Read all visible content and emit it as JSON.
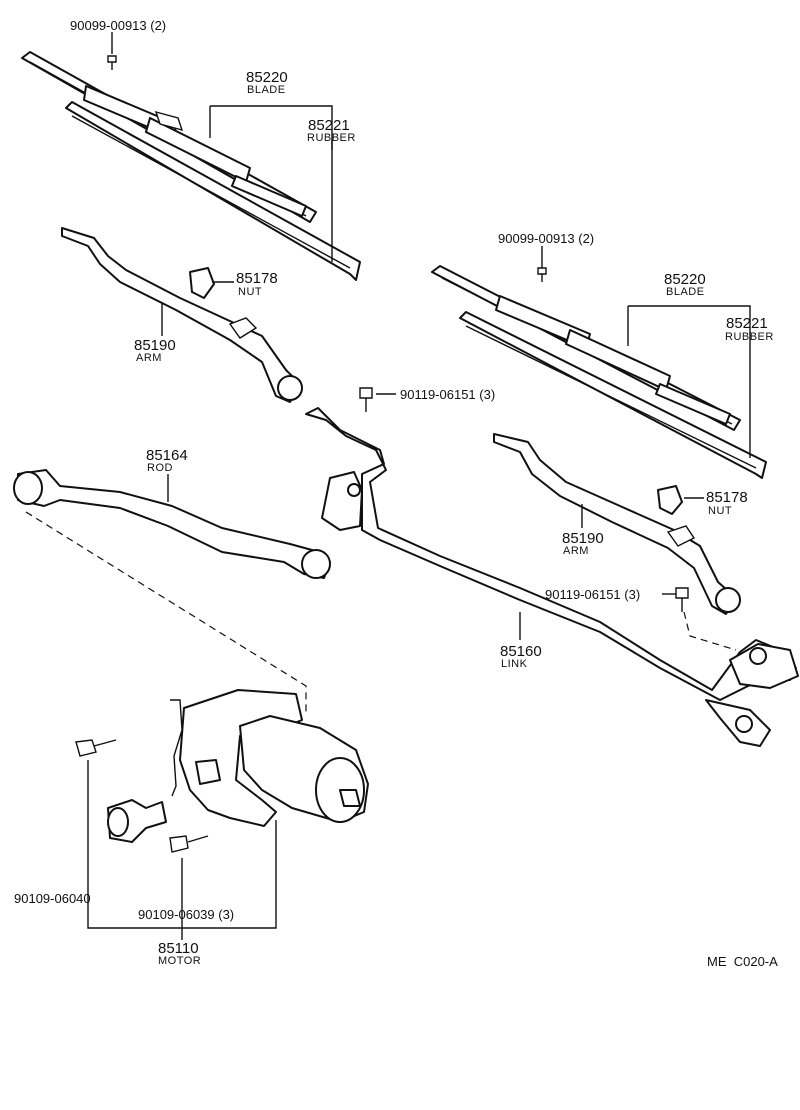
{
  "callouts": {
    "screw_top_left": "90099-00913 (2)",
    "blade_left_no": "85220",
    "blade_left_name": "BLADE",
    "rubber_left_no": "85221",
    "rubber_left_name": "RUBBER",
    "nut_left_no": "85178",
    "nut_left_name": "NUT",
    "arm_left_no": "85190",
    "arm_left_name": "ARM",
    "bolt_center": "90119-06151 (3)",
    "rod_no": "85164",
    "rod_name": "ROD",
    "screw_right": "90099-00913 (2)",
    "blade_right_no": "85220",
    "blade_right_name": "BLADE",
    "rubber_right_no": "85221",
    "rubber_right_name": "RUBBER",
    "nut_right_no": "85178",
    "nut_right_name": "NUT",
    "arm_right_no": "85190",
    "arm_right_name": "ARM",
    "bolt_right": "90119-06151 (3)",
    "link_no": "85160",
    "link_name": "LINK",
    "bolt_motor_1": "90109-06040",
    "bolt_motor_2": "90109-06039 (3)",
    "motor_no": "85110",
    "motor_name": "MOTOR"
  },
  "diagram_code": "ME  C020-A"
}
